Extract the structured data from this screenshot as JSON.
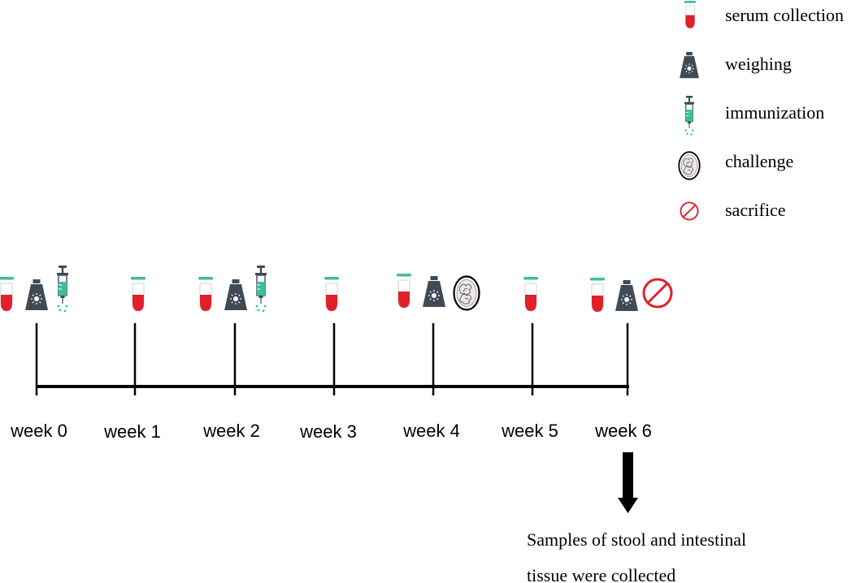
{
  "legend": [
    {
      "icon": "serum-tube-icon",
      "label": "serum collection"
    },
    {
      "icon": "weight-icon",
      "label": "weighing"
    },
    {
      "icon": "syringe-icon",
      "label": "immunization"
    },
    {
      "icon": "virus-dish-icon",
      "label": "challenge"
    },
    {
      "icon": "prohibited-icon",
      "label": "sacrifice"
    }
  ],
  "timeline": [
    {
      "label": "week 0",
      "events": [
        "serum-tube-icon",
        "weight-icon",
        "syringe-icon"
      ]
    },
    {
      "label": "week 1",
      "events": [
        "serum-tube-icon"
      ]
    },
    {
      "label": "week 2",
      "events": [
        "serum-tube-icon",
        "weight-icon",
        "syringe-icon"
      ]
    },
    {
      "label": "week 3",
      "events": [
        "serum-tube-icon"
      ]
    },
    {
      "label": "week 4",
      "events": [
        "serum-tube-icon",
        "weight-icon",
        "virus-dish-icon"
      ]
    },
    {
      "label": "week 5",
      "events": [
        "serum-tube-icon"
      ]
    },
    {
      "label": "week 6",
      "events": [
        "serum-tube-icon",
        "weight-icon",
        "prohibited-icon"
      ]
    }
  ],
  "note": {
    "line1": "Samples of stool and intestinal",
    "line2": "tissue were collected"
  },
  "colors": {
    "tube_cap": "#3dbf9b",
    "tube_blood": "#e0202a",
    "weight": "#3f4a55",
    "syringe": "#3dbf9b",
    "prohibited": "#e0202a"
  }
}
